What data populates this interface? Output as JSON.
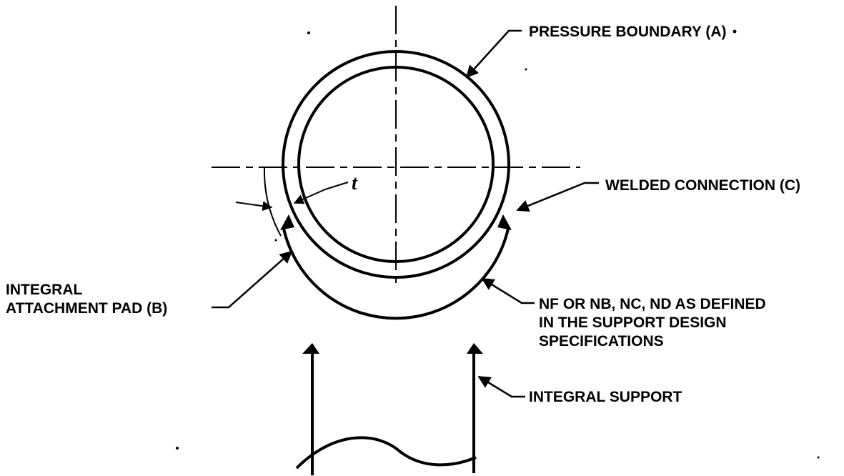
{
  "labels": {
    "pressure_boundary": "PRESSURE BOUNDARY (A)",
    "welded_connection": "WELDED CONNECTION (C)",
    "attachment_pad_line1": "INTEGRAL",
    "attachment_pad_line2": "ATTACHMENT PAD (B)",
    "nf_line1": "NF OR NB, NC, ND AS DEFINED",
    "nf_line2": "IN THE SUPPORT DESIGN",
    "nf_line3": "SPECIFICATIONS",
    "integral_support": "INTEGRAL SUPPORT",
    "thickness_symbol": "t"
  },
  "colors": {
    "ink": "#000000",
    "background": "#ffffff"
  }
}
